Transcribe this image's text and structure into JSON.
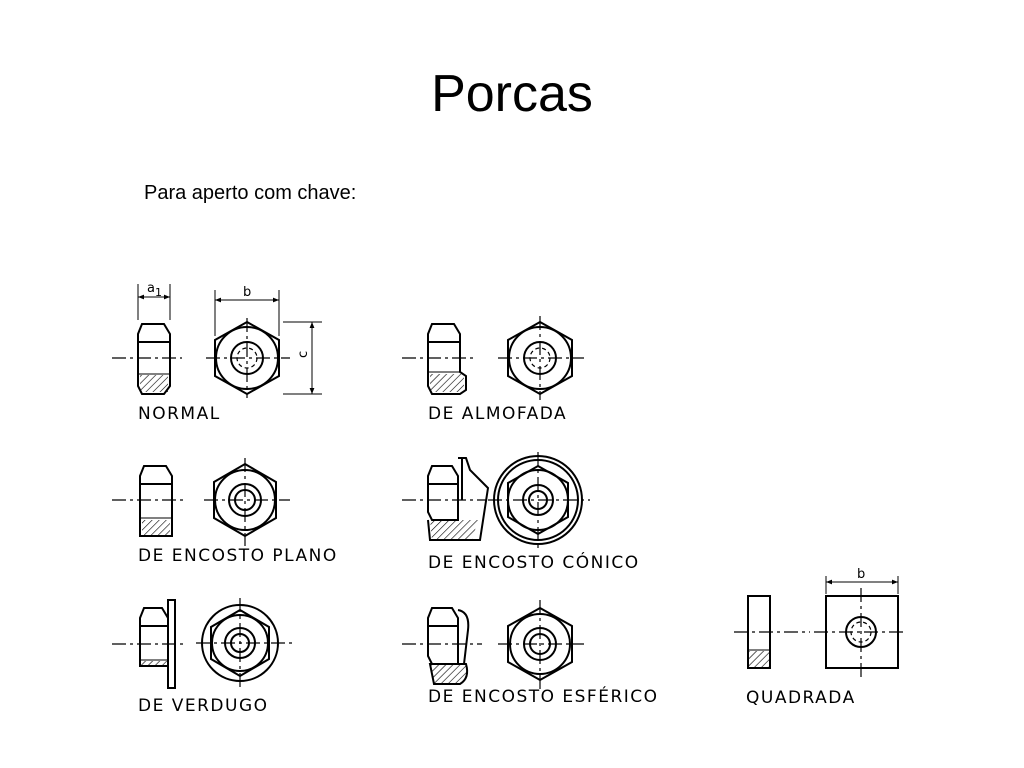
{
  "slide": {
    "title": "Porcas",
    "subtitle": "Para aperto com chave:"
  },
  "nuts": [
    {
      "key": "normal",
      "label": "NORMAL"
    },
    {
      "key": "almofada",
      "label": "DE  ALMOFADA"
    },
    {
      "key": "encosto-plano",
      "label": "DE  ENCOSTO  PLANO"
    },
    {
      "key": "encosto-conico",
      "label": "DE  ENCOSTO  CÓNICO"
    },
    {
      "key": "verdugo",
      "label": "DE  VERDUGO"
    },
    {
      "key": "encosto-esferico",
      "label": "DE  ENCOSTO  ESFÉRICO"
    },
    {
      "key": "quadrada",
      "label": "QUADRADA"
    }
  ],
  "dimensions": {
    "normal_thickness": "a",
    "normal_thickness_sub": "1",
    "normal_width": "b",
    "normal_height": "c",
    "quadrada_width": "b"
  }
}
